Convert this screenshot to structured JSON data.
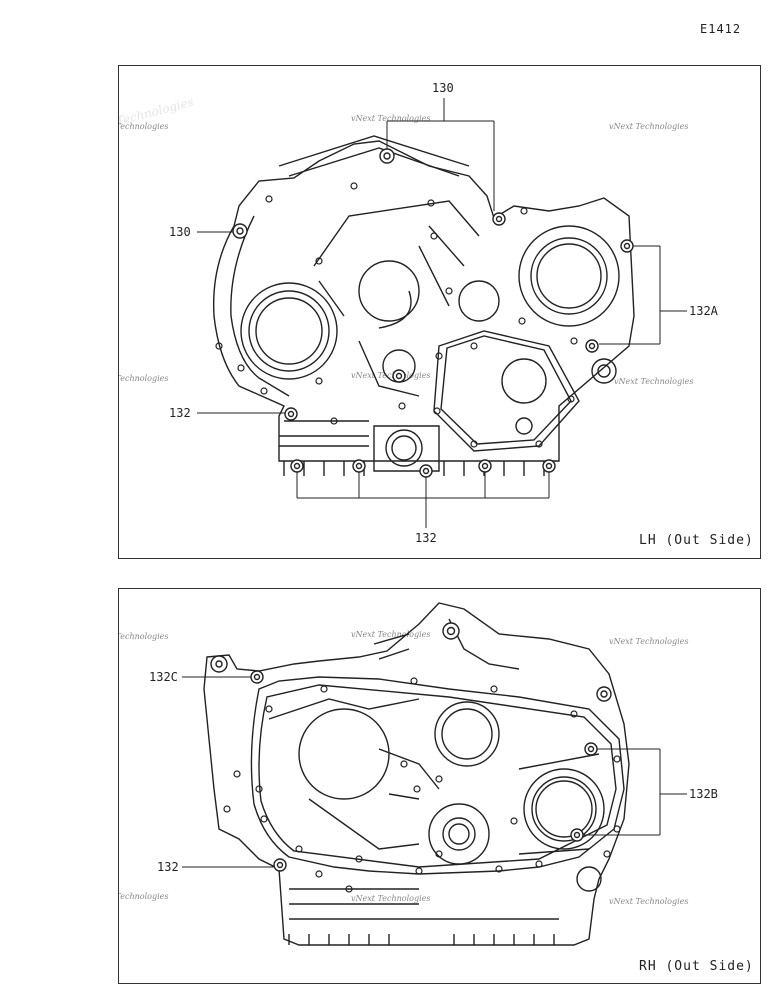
{
  "figure_code": "E1412",
  "watermark": "vNext Technologies",
  "top_panel": {
    "side_label": "LH (Out Side)",
    "callouts": [
      "130",
      "130",
      "132A",
      "132",
      "132"
    ]
  },
  "bottom_panel": {
    "side_label": "RH (Out Side)",
    "callouts": [
      "132C",
      "132B",
      "132"
    ]
  }
}
